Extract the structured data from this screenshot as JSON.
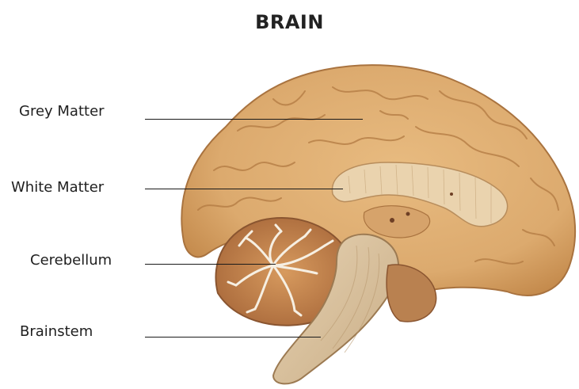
{
  "title": "BRAIN",
  "labels": {
    "grey_matter": "Grey Matter",
    "white_matter": "White Matter",
    "cerebellum": "Cerebellum",
    "brainstem": "Brainstem"
  },
  "colors": {
    "cortex": "#dcaa6e",
    "cortex_shadow": "#b77f45",
    "white_matter": "#ead3ae",
    "cerebellum": "#c88a50",
    "arbor_vitae": "#f6efe2",
    "brainstem": "#d8c1a0",
    "leader_line": "#1a1a1a"
  }
}
